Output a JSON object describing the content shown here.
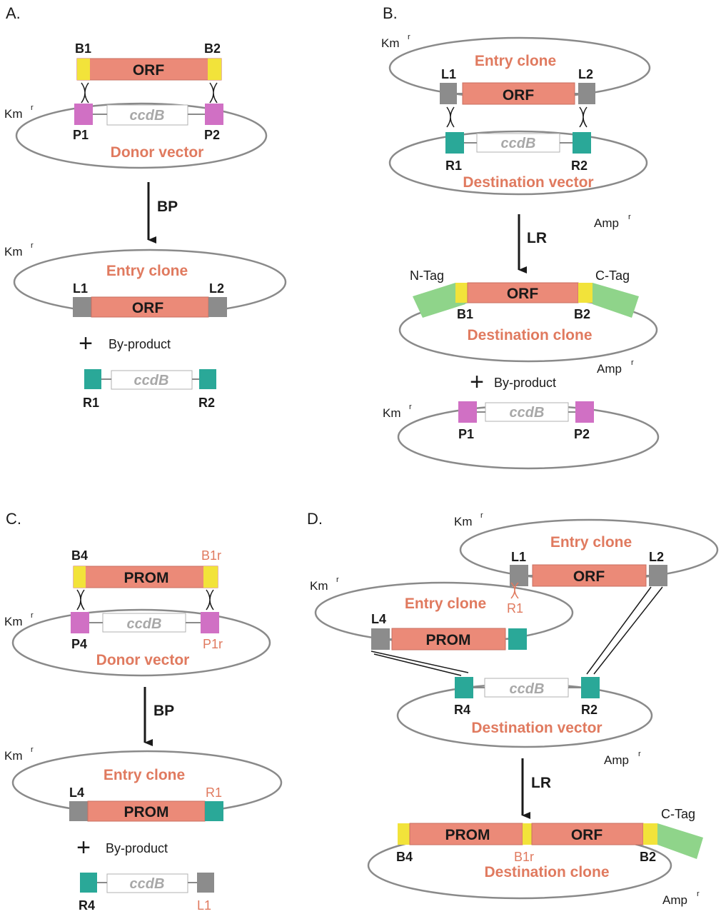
{
  "panels": {
    "a": "A.",
    "b": "B.",
    "c": "C.",
    "d": "D."
  },
  "sites": {
    "B1": "B1",
    "B2": "B2",
    "B4": "B4",
    "B1r": "B1r",
    "P1": "P1",
    "P2": "P2",
    "P4": "P4",
    "P1r": "P1r",
    "L1": "L1",
    "L2": "L2",
    "L4": "L4",
    "R1": "R1",
    "R2": "R2",
    "R4": "R4"
  },
  "genes": {
    "orf": "ORF",
    "prom": "PROM",
    "ccdb": "ccdB",
    "n_tag": "N-Tag",
    "c_tag": "C-Tag"
  },
  "plasmids": {
    "donor_vector": "Donor vector",
    "entry_clone": "Entry clone",
    "destination_vector": "Destination vector",
    "destination_clone": "Destination clone"
  },
  "markers": {
    "km": "Km",
    "amp": "Amp",
    "resistance_sup": "r"
  },
  "reactions": {
    "bp": "BP",
    "lr": "LR"
  },
  "byproduct": {
    "plus": "+",
    "label": "By-product"
  },
  "colors": {
    "orf_fill": "#eb8a78",
    "orf_stroke": "#c96f5f",
    "att_b": "#f2e33a",
    "att_p": "#d070c4",
    "att_l": "#8c8c8c",
    "att_r": "#2aa898",
    "tag": "#8fd48a",
    "plasmid_stroke": "#8a8a8a",
    "accent_text": "#e07a5f"
  }
}
